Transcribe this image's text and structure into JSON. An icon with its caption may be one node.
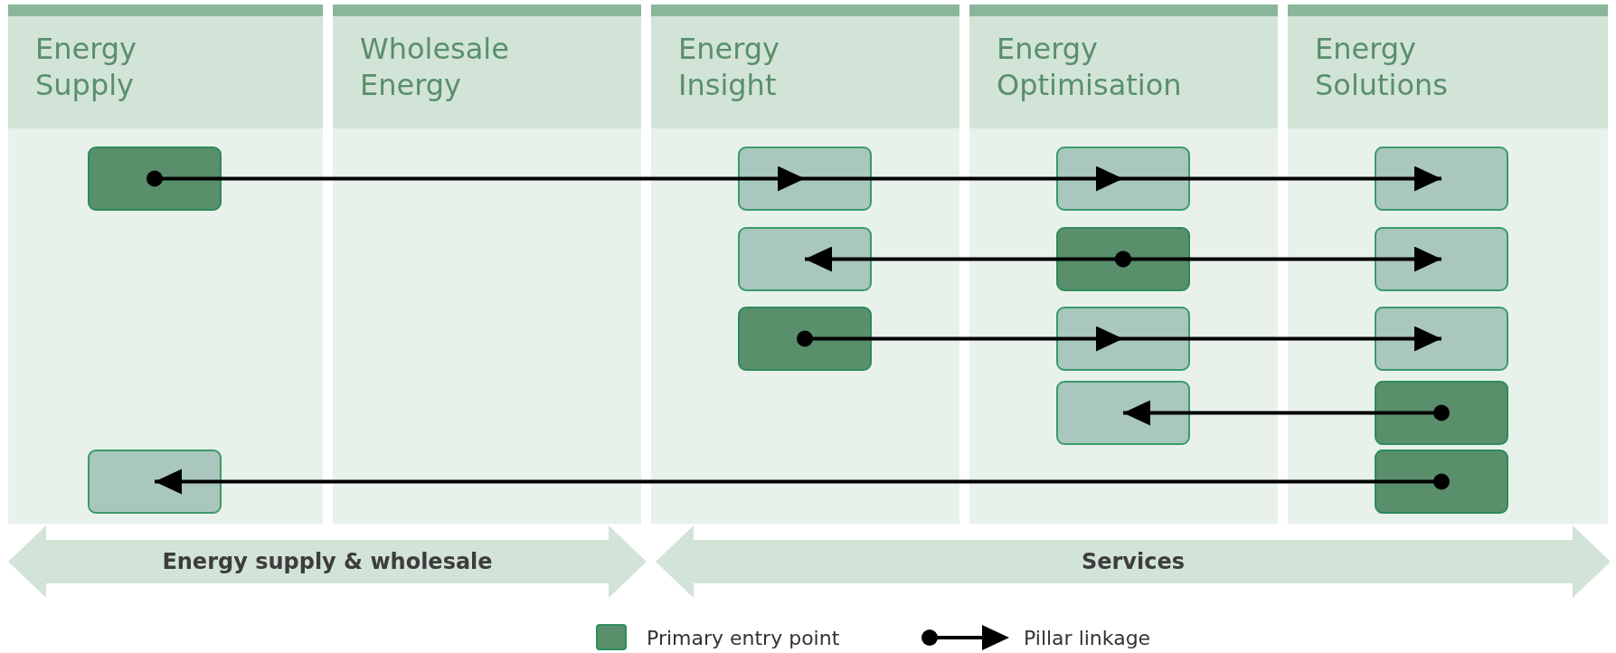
{
  "diagram": {
    "nodes": [
      {
        "text": [
          "Energy Supply"
        ]
      },
      {
        "text": [
          "Wholesale Energy"
        ]
      },
      {
        "text": [
          "Energy Insight"
        ]
      },
      {
        "text": [
          "Energy Optimisation"
        ]
      },
      {
        "text": [
          "Energy Solutions"
        ]
      },
      {
        "text": [],
        "shape": "box",
        "in": 0
      },
      {
        "text": [],
        "shape": "box",
        "in": 2
      },
      {
        "text": [],
        "shape": "box",
        "in": 3
      },
      {
        "text": [],
        "shape": "box",
        "in": 4
      },
      {
        "text": [],
        "shape": "box",
        "in": 2
      },
      {
        "text": [],
        "shape": "box",
        "in": 3
      },
      {
        "text": [],
        "shape": "box",
        "in": 4
      },
      {
        "text": [],
        "shape": "box",
        "in": 2
      },
      {
        "text": [],
        "shape": "box",
        "in": 3
      },
      {
        "text": [],
        "shape": "box",
        "in": 4
      },
      {
        "text": [],
        "shape": "box",
        "in": 3
      },
      {
        "text": [],
        "shape": "box",
        "in": 4
      },
      {
        "text": [],
        "shape": "box",
        "in": 0
      },
      {
        "text": [],
        "shape": "box",
        "in": 4
      },
      {
        "text": [
          "Energy supply & wholesale"
        ]
      },
      {
        "text": [
          "Services"
        ]
      }
    ],
    "edges": [
      {
        "from": 5,
        "to": 6,
        "arrow": "to"
      },
      {
        "from": 6,
        "to": 7,
        "arrow": "to"
      },
      {
        "from": 7,
        "to": 8,
        "arrow": "to"
      },
      {
        "from": 10,
        "to": 9,
        "arrow": "to"
      },
      {
        "from": 10,
        "to": 11,
        "arrow": "to"
      },
      {
        "from": 12,
        "to": 13,
        "arrow": "to"
      },
      {
        "from": 13,
        "to": 14,
        "arrow": "to"
      },
      {
        "from": 16,
        "to": 15,
        "arrow": "to"
      },
      {
        "from": 18,
        "to": 17,
        "arrow": "to"
      }
    ],
    "legend": [
      {
        "text": "Primary entry point",
        "color": "#5a8f6c"
      },
      {
        "text": "Pillar linkage"
      }
    ]
  }
}
